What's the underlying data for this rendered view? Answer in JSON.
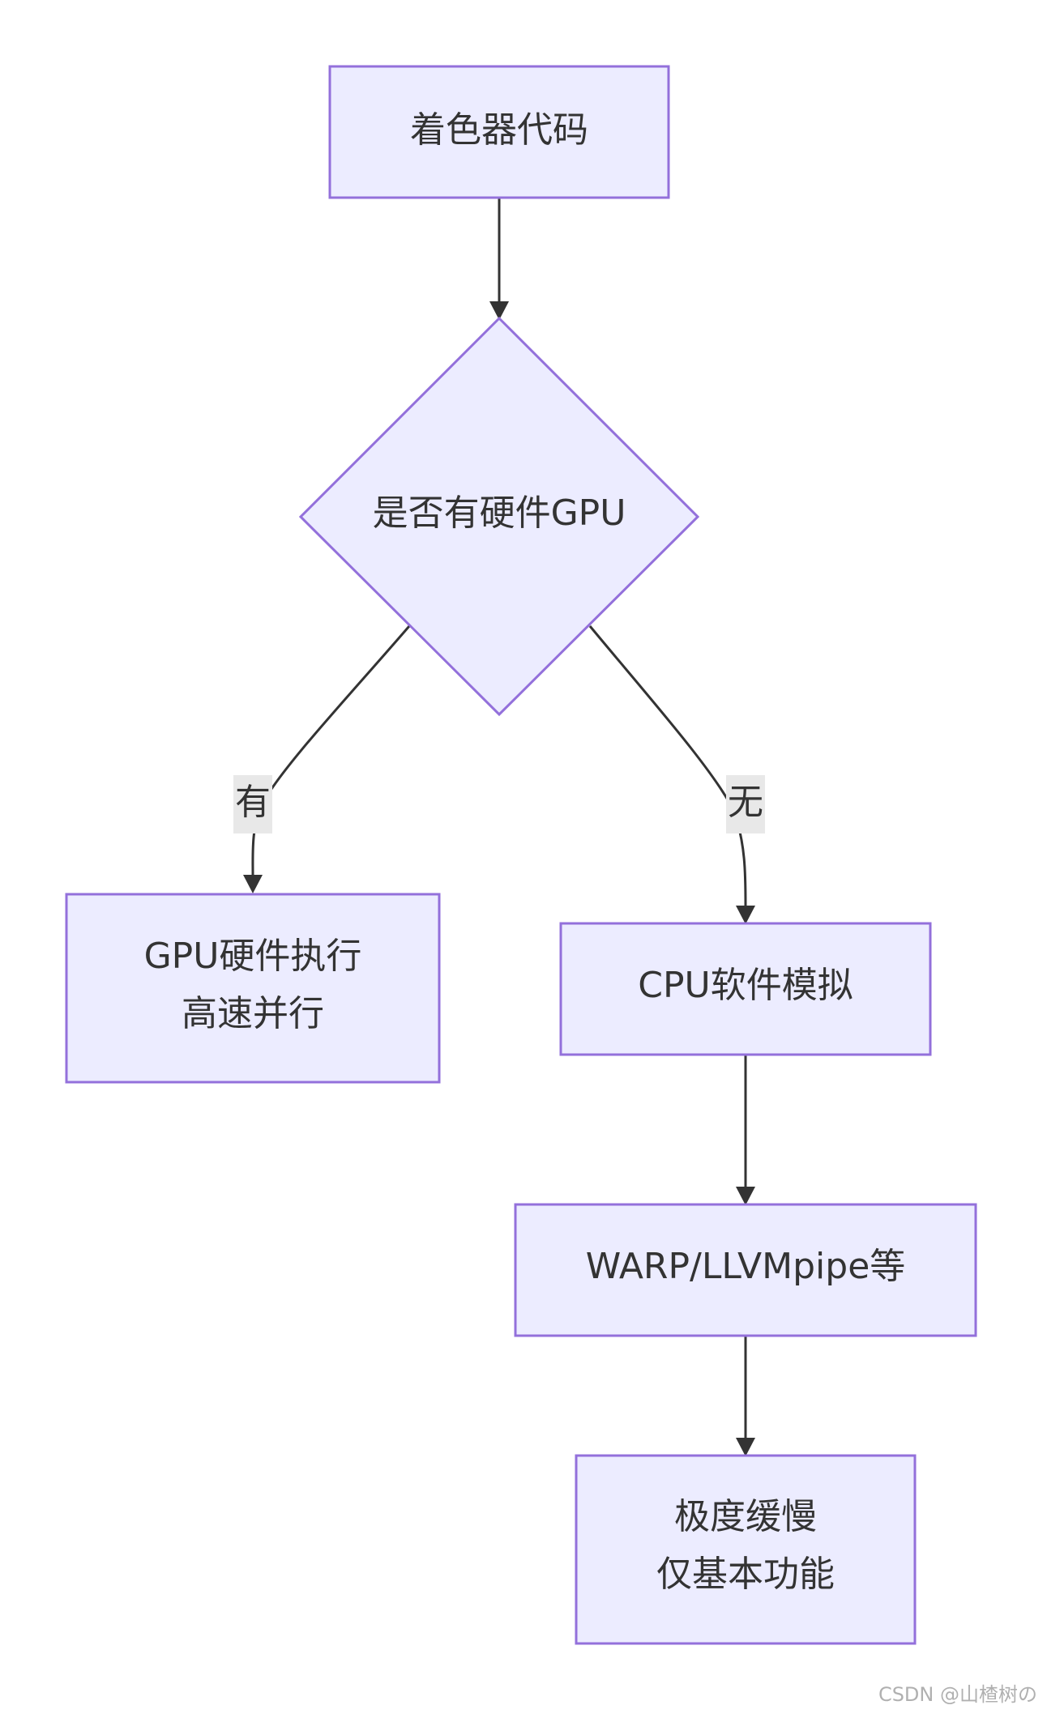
{
  "diagram": {
    "nodes": {
      "shader_code": {
        "lines": [
          "着色器代码"
        ]
      },
      "has_gpu": {
        "lines": [
          "是否有硬件GPU"
        ]
      },
      "gpu_exec": {
        "lines": [
          "GPU硬件执行",
          "高速并行"
        ]
      },
      "cpu_emu": {
        "lines": [
          "CPU软件模拟"
        ]
      },
      "warp": {
        "lines": [
          "WARP/LLVMpipe等"
        ]
      },
      "slow": {
        "lines": [
          "极度缓慢",
          "仅基本功能"
        ]
      }
    },
    "edges": {
      "yes_label": "有",
      "no_label": "无"
    }
  },
  "watermark": "CSDN @山楂树の",
  "colors": {
    "node_fill": "#ececff",
    "node_stroke": "#9370db",
    "edge": "#333333",
    "label_bg": "#e8e8e8",
    "text": "#333333"
  }
}
